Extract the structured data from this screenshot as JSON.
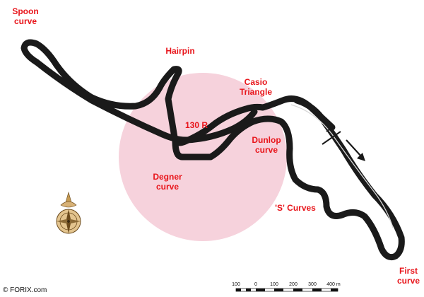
{
  "map": {
    "colors": {
      "track": "#1a1a1a",
      "track_highlight": "#d8d8d8",
      "zone": "#f6d2dc",
      "label": "#e8151b",
      "compass_gold": "#c59a52"
    },
    "corner_labels": {
      "spoon": [
        "Spoon",
        "curve"
      ],
      "hairpin": "Hairpin",
      "casio": [
        "Casio",
        "Triangle"
      ],
      "r130": "130 R",
      "dunlop": [
        "Dunlop",
        "curve"
      ],
      "degner": [
        "Degner",
        "curve"
      ],
      "s_curves": "'S' Curves",
      "first": [
        "First",
        "curve"
      ]
    },
    "direction_arrow": "arrow-down-right",
    "scale": {
      "ticks": [
        "100",
        "0",
        "100",
        "200",
        "300",
        "400 m"
      ]
    },
    "compass_icon": "compass-rose-icon",
    "copyright": "© FORIX.com"
  }
}
